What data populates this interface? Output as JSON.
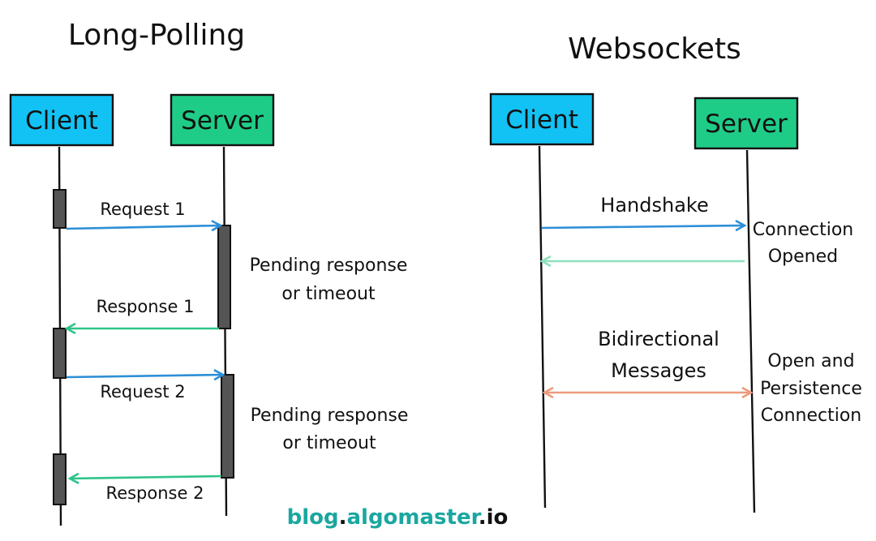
{
  "colors": {
    "client_fill": "#12c2f4",
    "server_fill": "#1fcc87",
    "request_arrow": "#2e8fd6",
    "response_arrow": "#2ec48a",
    "return_arrow": "#8ee0bd",
    "bidirectional_arrow": "#ee9a7c",
    "footer_main": "#1aa7a0",
    "footer_dot": "#111111"
  },
  "long_polling": {
    "title": "Long-Polling",
    "client_label": "Client",
    "server_label": "Server",
    "messages": {
      "request1": "Request 1",
      "response1": "Response 1",
      "request2": "Request 2",
      "response2": "Response 2"
    },
    "notes": {
      "pending1_line1": "Pending response",
      "pending1_line2": "or timeout",
      "pending2_line1": "Pending response",
      "pending2_line2": "or timeout"
    }
  },
  "websockets": {
    "title": "Websockets",
    "client_label": "Client",
    "server_label": "Server",
    "messages": {
      "handshake": "Handshake",
      "bidirectional_line1": "Bidirectional",
      "bidirectional_line2": "Messages"
    },
    "notes": {
      "opened_line1": "Connection",
      "opened_line2": "Opened",
      "persist_line1": "Open and",
      "persist_line2": "Persistence",
      "persist_line3": "Connection"
    }
  },
  "footer": {
    "part1": "blog",
    "dot1": ".",
    "part2": "algomaster",
    "dot2": ".",
    "part3": "io"
  }
}
